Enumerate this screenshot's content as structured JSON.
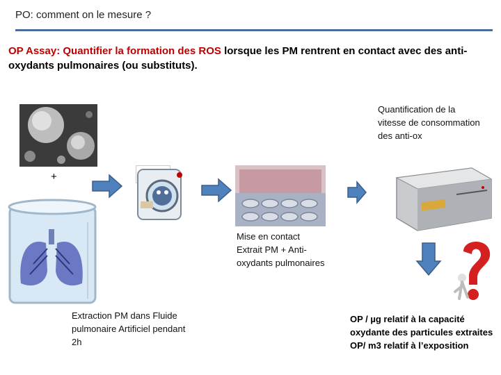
{
  "header": {
    "title": "PO: comment on le mesure ?"
  },
  "intro": {
    "part1": "OP Assay:  Quantifier la formation des ROS",
    "part2": " lorsque les PM rentrent en contact avec des anti-oxydants pulmonaires (ou substituts)."
  },
  "steps": {
    "plus": "+",
    "duration": "2 H",
    "quantification_caption": "Quantification de la vitesse de consommation des anti-ox",
    "contact_caption": "Mise en contact Extrait PM + Anti-oxydants pulmonaires",
    "extraction_caption": "Extraction PM dans Fluide pulmonaire Artificiel pendant 2h"
  },
  "result": {
    "line1": "OP / µg relatif à la capacité oxydante des particules extraites",
    "line2": "OP/ m3 relatif à l’exposition"
  },
  "colors": {
    "accent_red": "#c00000",
    "rule_blue": "#4a6c9b",
    "arrow_blue": "#4f81bd"
  }
}
